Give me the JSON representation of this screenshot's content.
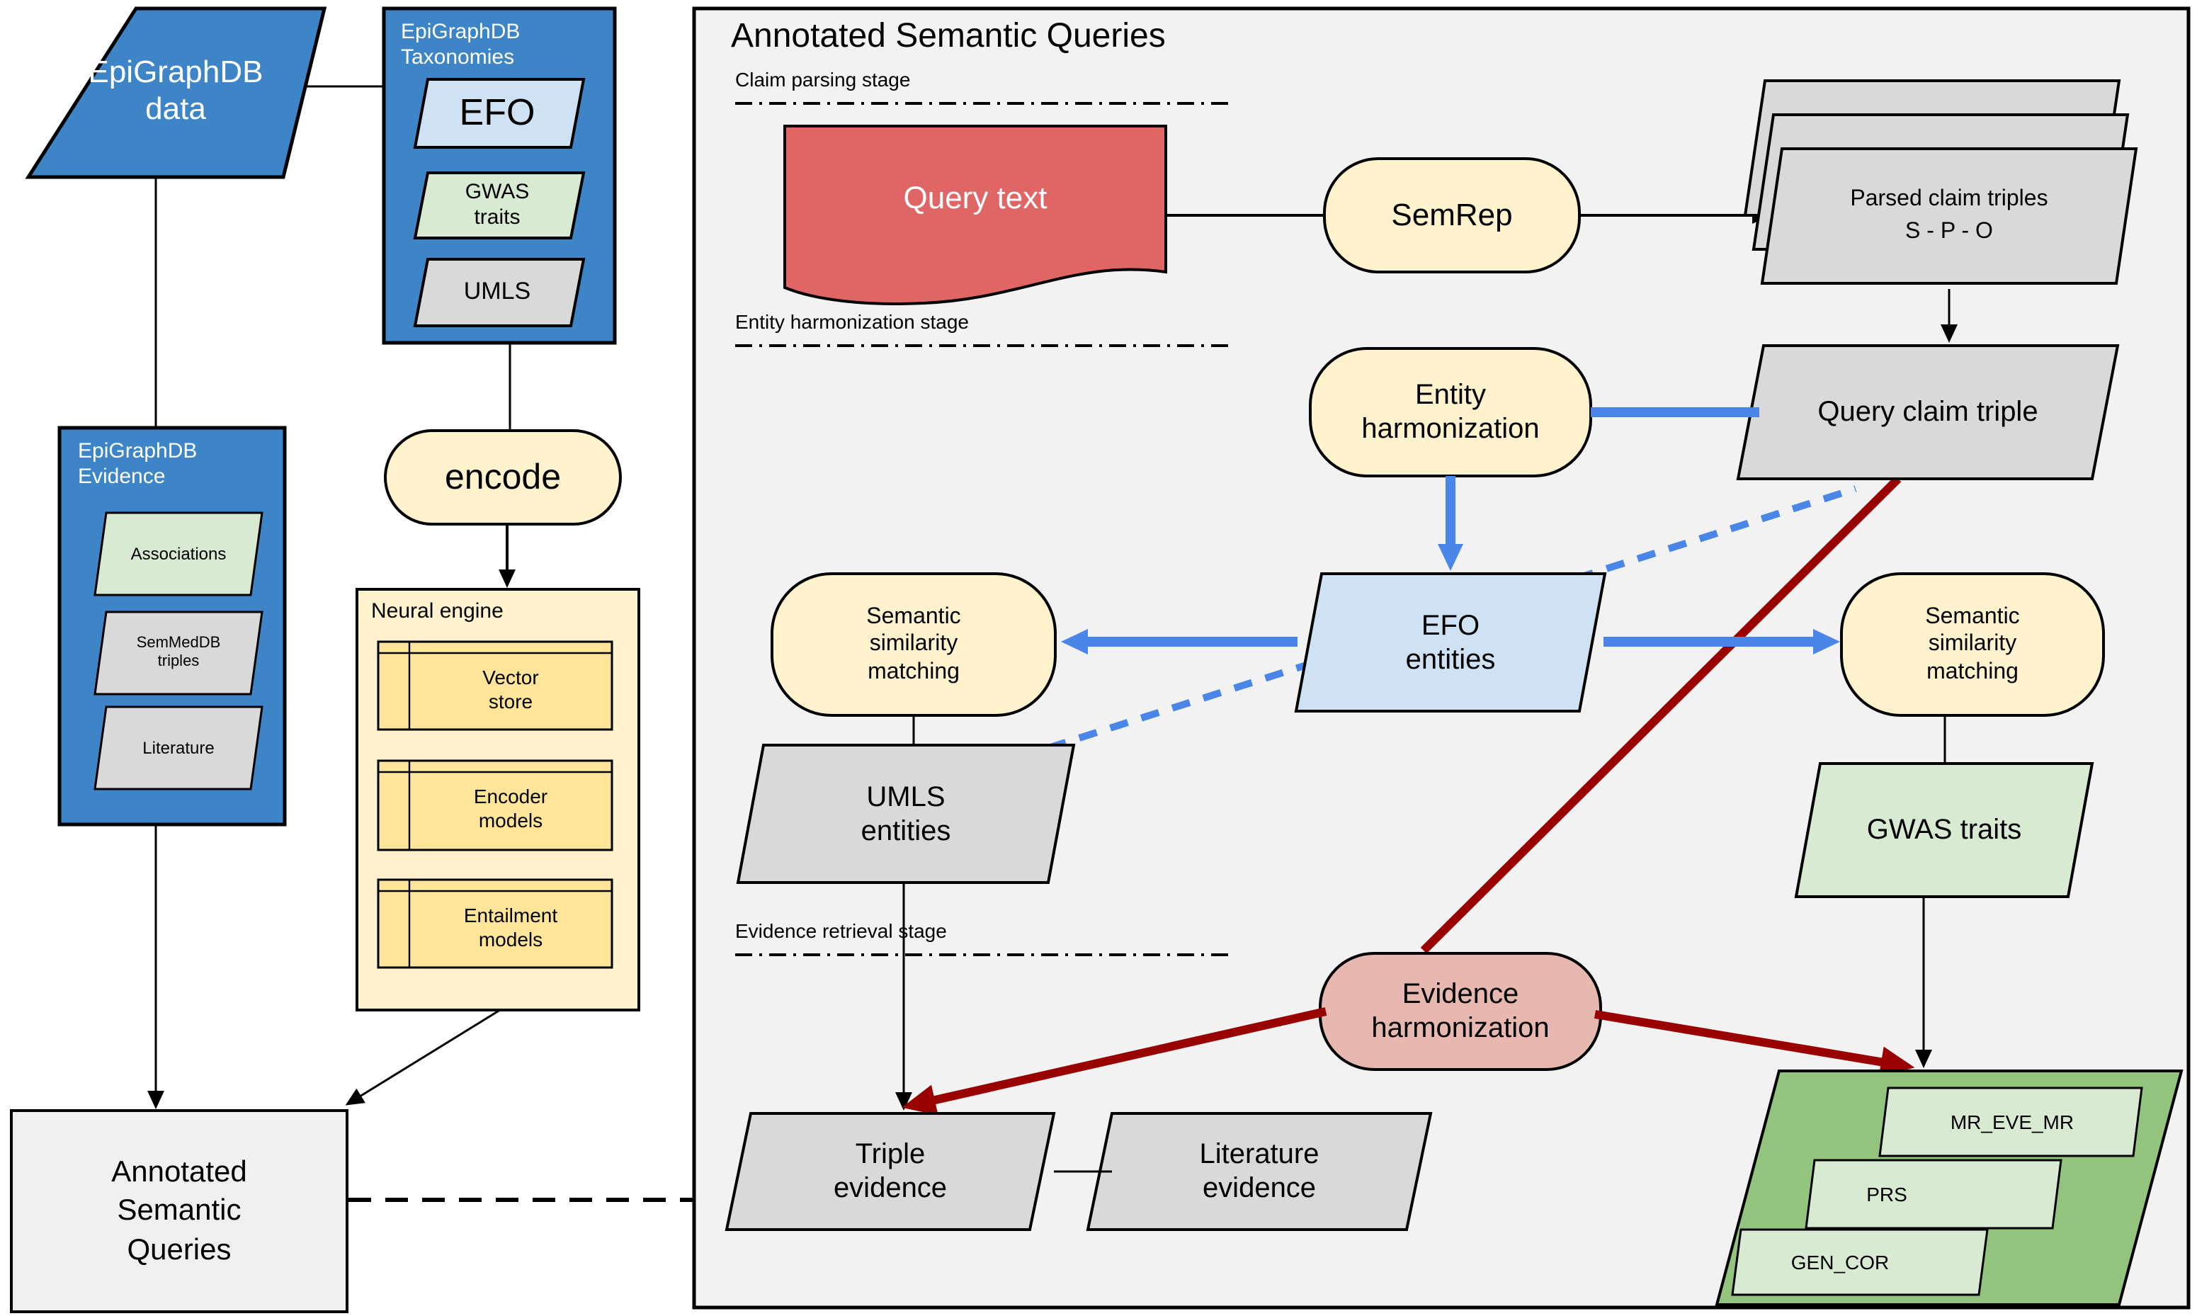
{
  "left": {
    "epigraphdb_data": {
      "label": "EpiGraphDB\ndata"
    },
    "taxonomies": {
      "title": "EpiGraphDB\nTaxonomies",
      "items": [
        {
          "label": "EFO"
        },
        {
          "label": "GWAS\ntraits"
        },
        {
          "label": "UMLS"
        }
      ]
    },
    "encode": {
      "label": "encode"
    },
    "evidence": {
      "title": "EpiGraphDB\nEvidence",
      "items": [
        {
          "label": "Associations"
        },
        {
          "label": "SemMedDB\ntriples"
        },
        {
          "label": "Literature"
        }
      ]
    },
    "neural_engine": {
      "title": "Neural engine",
      "items": [
        {
          "label": "Vector\nstore"
        },
        {
          "label": "Encoder\nmodels"
        },
        {
          "label": "Entailment\nmodels"
        }
      ]
    },
    "annotated_semantic_queries": {
      "label": "Annotated\nSemantic\nQueries"
    }
  },
  "panel": {
    "title": "Annotated Semantic Queries",
    "stages": [
      {
        "label": "Claim parsing stage"
      },
      {
        "label": "Entity harmonization stage"
      },
      {
        "label": "Evidence retrieval stage"
      }
    ],
    "nodes": {
      "query_text": {
        "label": "Query text"
      },
      "semrep": {
        "label": "SemRep"
      },
      "parsed_claim_triples": {
        "label": "Parsed claim triples\nS - P - O"
      },
      "entity_harmonization": {
        "label": "Entity\nharmonization"
      },
      "query_claim_triple": {
        "label": "Query claim triple"
      },
      "efo_entities": {
        "label": "EFO\nentities"
      },
      "semantic_similarity_matching_left": {
        "label": "Semantic\nsimilarity\nmatching"
      },
      "semantic_similarity_matching_right": {
        "label": "Semantic\nsimilarity\nmatching"
      },
      "umls_entities": {
        "label": "UMLS\nentities"
      },
      "gwas_traits": {
        "label": "GWAS traits"
      },
      "evidence_harmonization": {
        "label": "Evidence\nharmonization"
      },
      "triple_evidence": {
        "label": "Triple\nevidence"
      },
      "literature_evidence": {
        "label": "Literature\nevidence"
      },
      "outputs": [
        {
          "label": "MR_EVE_MR"
        },
        {
          "label": "PRS"
        },
        {
          "label": "GEN_COR"
        }
      ]
    }
  },
  "colors": {
    "epigraphdb_blue": "#3d85c6",
    "light_blue": "#cfe2f3",
    "light_green": "#d9ead3",
    "light_gray": "#d9d9d9",
    "pale_yellow": "#fff2cc",
    "storage_yellow": "#ffe599",
    "query_red": "#e06666",
    "harmonization_pink": "#e6b8af",
    "dark_red_arrow": "#990000",
    "blue_arrow": "#4a86e8",
    "output_green": "#93c47d",
    "panel_bg": "#f2f2f2",
    "asq_bg": "#f0f0f0"
  }
}
